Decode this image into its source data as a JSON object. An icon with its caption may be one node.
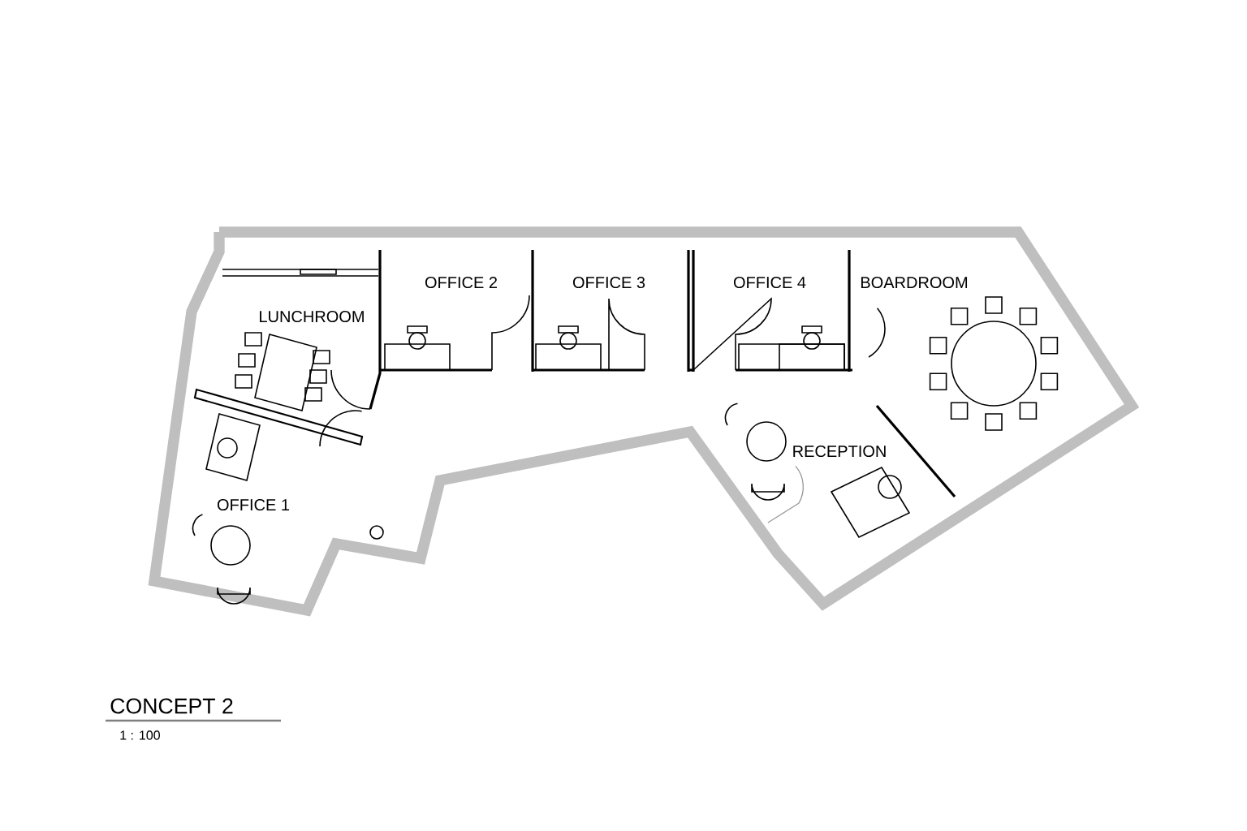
{
  "diagram": {
    "title": "CONCEPT 2",
    "labels": [
      "LUNCHROOM",
      "OFFICE 2",
      "OFFICE 3",
      "OFFICE 4",
      "BOARDROOM",
      "RECEPTION",
      "OFFICE 1",
      "1 : 100"
    ]
  }
}
